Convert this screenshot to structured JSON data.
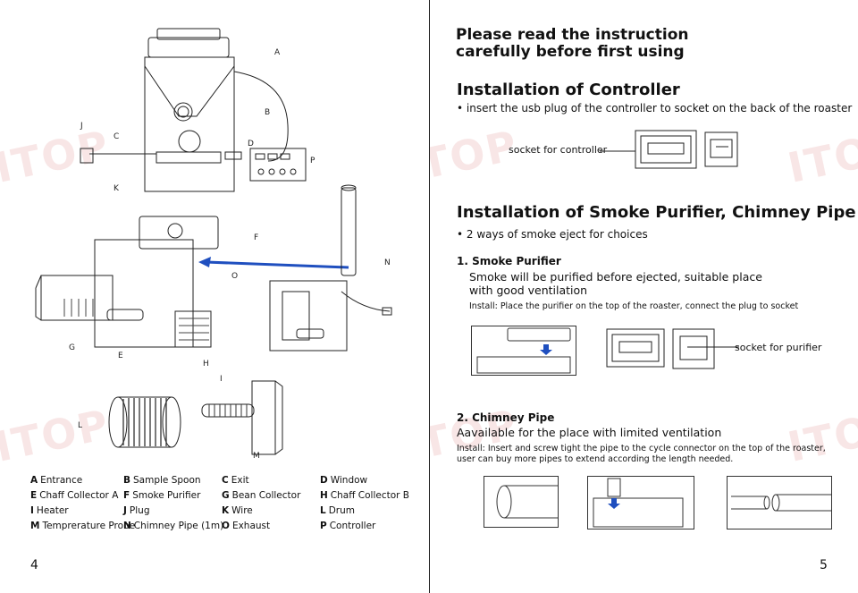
{
  "left_page": {
    "page_number": "4",
    "diagram_labels": {
      "A": "A",
      "B": "B",
      "C": "C",
      "D": "D",
      "E": "E",
      "F": "F",
      "G": "G",
      "H": "H",
      "I": "I",
      "J": "J",
      "K": "K",
      "L": "L",
      "M": "M",
      "N": "N",
      "O": "O",
      "P": "P"
    },
    "legend": [
      {
        "letter": "A",
        "text": "Entrance"
      },
      {
        "letter": "B",
        "text": "Sample Spoon"
      },
      {
        "letter": "C",
        "text": "Exit"
      },
      {
        "letter": "D",
        "text": "Window"
      },
      {
        "letter": "E",
        "text": "Chaff Collector A"
      },
      {
        "letter": "F",
        "text": "Smoke Purifier"
      },
      {
        "letter": "G",
        "text": "Bean Collector"
      },
      {
        "letter": "H",
        "text": "Chaff Collector B"
      },
      {
        "letter": "I",
        "text": "Heater"
      },
      {
        "letter": "J",
        "text": "Plug"
      },
      {
        "letter": "K",
        "text": "Wire"
      },
      {
        "letter": "L",
        "text": "Drum"
      },
      {
        "letter": "M",
        "text": "Temprerature Probe"
      },
      {
        "letter": "N",
        "text": "Chimney Pipe (1m)"
      },
      {
        "letter": "O",
        "text": "Exhaust"
      },
      {
        "letter": "P",
        "text": "Controller"
      }
    ]
  },
  "right_page": {
    "page_number": "5",
    "intro_heading": "Please read the instruction carefully before first using",
    "controller": {
      "heading": "Installation of Controller",
      "bullet": "• insert the usb plug of the controller to socket on the back of the roaster",
      "callout": "socket for controller"
    },
    "smoke": {
      "heading": "Installation of Smoke Purifier, Chimney Pipe",
      "bullet": "• 2 ways of smoke eject for choices",
      "purifier_title": "1. Smoke Purifier",
      "purifier_desc": "Smoke will be purified before ejected, suitable place with good ventilation",
      "purifier_install": "Install: Place the purifier on the top of the roaster, connect the plug to socket",
      "purifier_callout": "socket for purifier",
      "chimney_title": "2. Chimney Pipe",
      "chimney_desc": "Aavailable for the place with limited ventilation",
      "chimney_install": "Install: Insert and screw tight the pipe  to the cycle connector on the top of the roaster, user can buy more pipes to extend  according the length needed."
    }
  },
  "watermark_text": "ITOP",
  "colors": {
    "accent_arrow": "#1f4fbf",
    "watermark": "#c83c3c"
  }
}
